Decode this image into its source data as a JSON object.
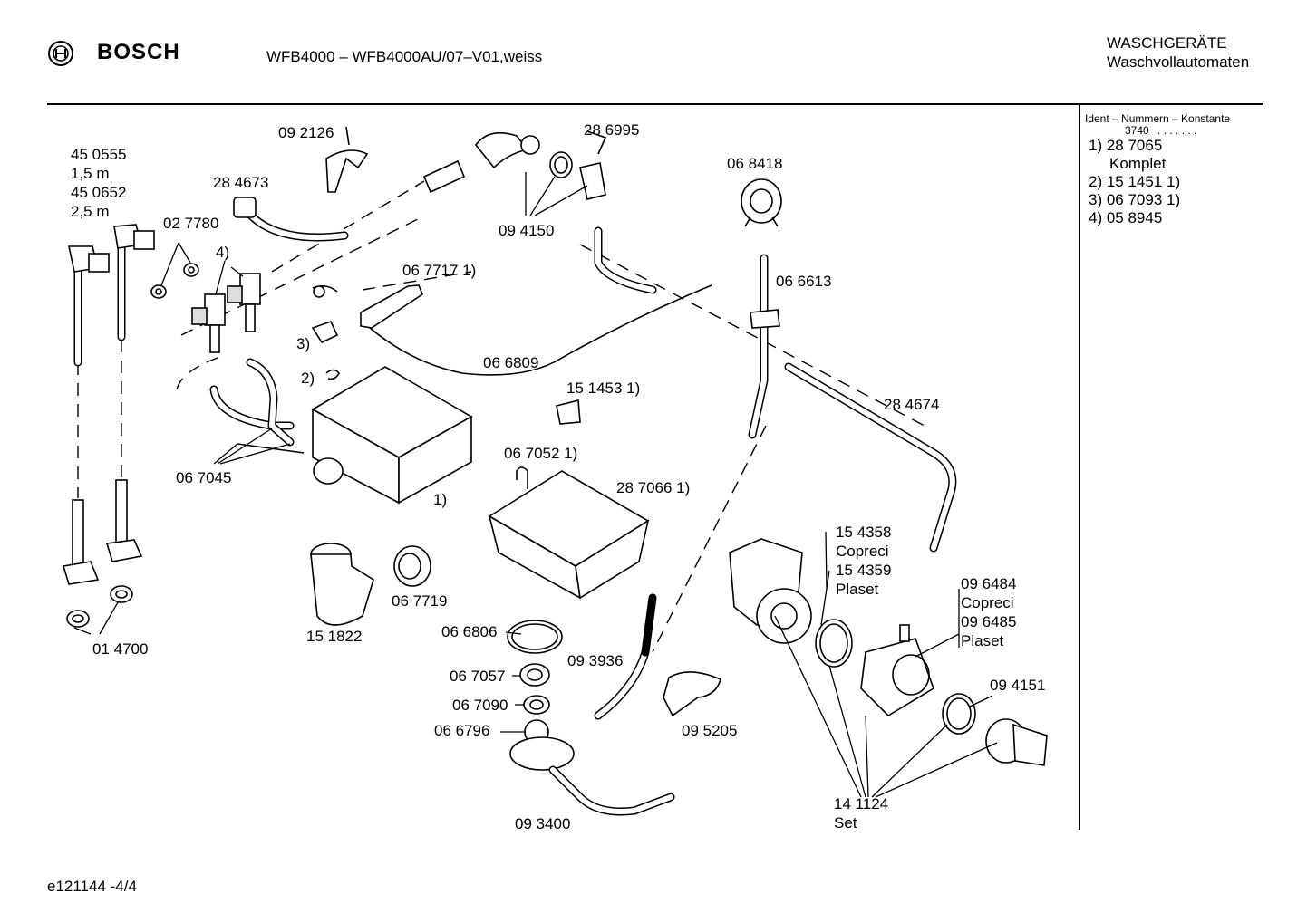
{
  "header": {
    "brand": "BOSCH",
    "model": "WFB4000 – WFB4000AU/07–V01,weiss",
    "category_line1": "WASCHGERÄTE",
    "category_line2": "Waschvollautomaten"
  },
  "legend": {
    "title": "Ident – Nummern – Konstante",
    "constant": "3740",
    "constant_dots": ". . . . . . .",
    "items": [
      "1)  28 7065",
      "Komplet",
      "2)  15 1451 1)",
      "3)  06 7093 1)",
      "4)  05 8945"
    ]
  },
  "labels": {
    "p450555": "45 0555",
    "len15": "1,5 m",
    "p450652": "45 0652",
    "len25": "2,5 m",
    "p027780": "02 7780",
    "n4": "4)",
    "p284673": "28 4673",
    "p092126": "09 2126",
    "p286995": "28 6995",
    "p094150": "09 4150",
    "p068418": "06 8418",
    "p067717": "06 7717 1)",
    "p066613": "06 6613",
    "n3": "3)",
    "n2": "2)",
    "p066809": "06 6809",
    "p151453": "15 1453 1)",
    "p284674": "28 4674",
    "p067045": "06 7045",
    "n1": "1)",
    "p067052": "06 7052 1)",
    "p287066": "28 7066 1)",
    "p154358": "15 4358",
    "copreci1": "Copreci",
    "p154359": "15 4359",
    "plaset1": "Plaset",
    "p096484": "09 6484",
    "copreci2": "Copreci",
    "p096485": "09 6485",
    "plaset2": "Plaset",
    "p151822": "15 1822",
    "p067719": "06 7719",
    "p014700": "01 4700",
    "p066806": "06 6806",
    "p093936": "09 3936",
    "p067057": "06 7057",
    "p067090": "06 7090",
    "p066796": "06 6796",
    "p095205": "09 5205",
    "p094151": "09 4151",
    "p141124": "14 1124",
    "set": "Set",
    "p093400": "09 3400"
  },
  "footer": {
    "code": "e121144   -4/4"
  }
}
